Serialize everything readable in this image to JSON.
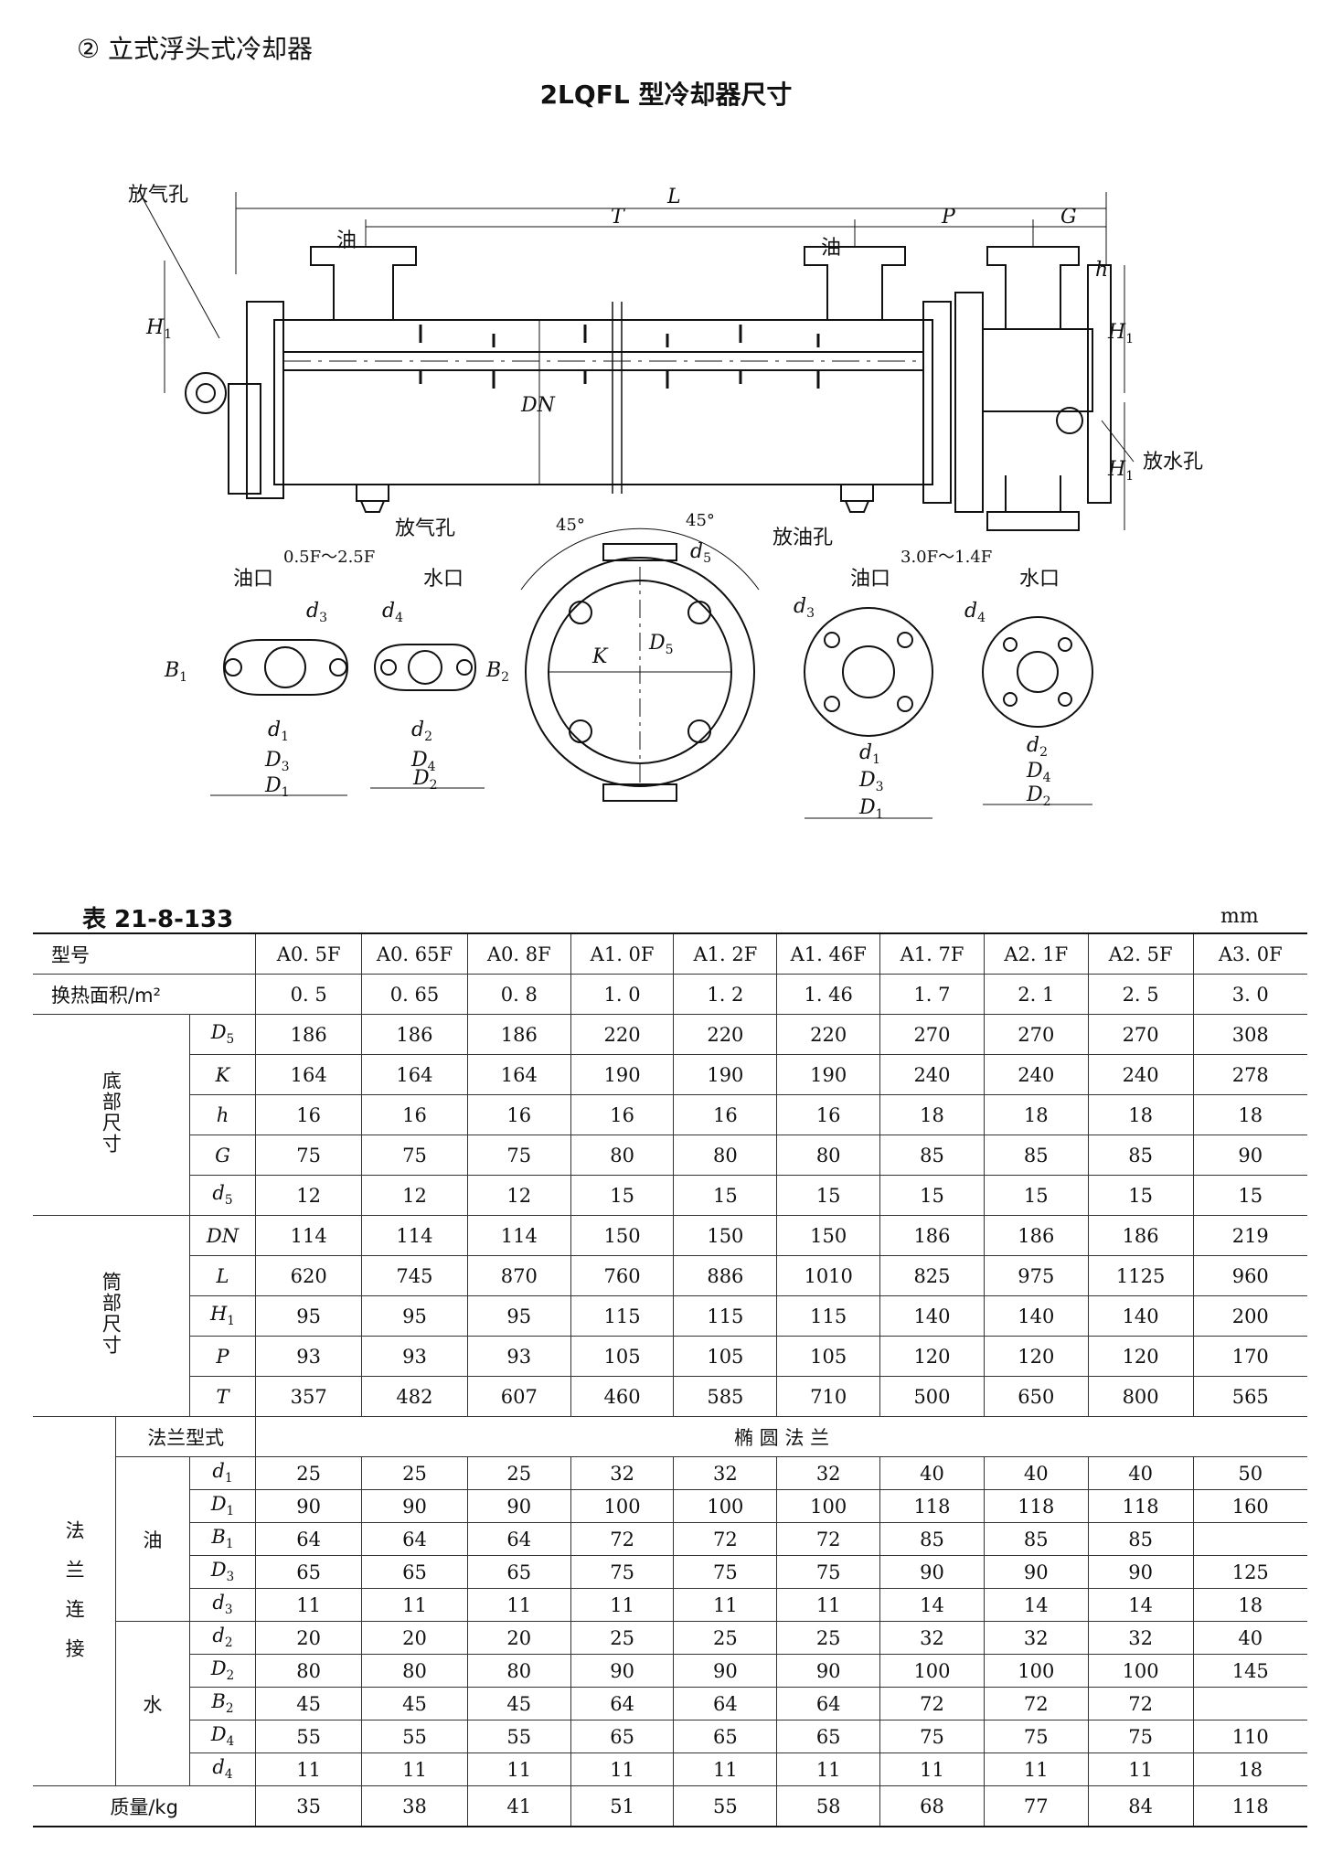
{
  "section_heading": "② 立式浮头式冷却器",
  "drawing_title": "2LQFL 型冷却器尺寸",
  "drawing_labels": {
    "vent_top": "放气孔",
    "vent_bottom": "放气孔",
    "drain_water": "放水孔",
    "drain_oil": "放油孔",
    "oil_left": "油",
    "oil_right": "油",
    "range_left": "0.5F～2.5F",
    "range_right": "3.0F～1.4F",
    "oil_port_left": "油口",
    "water_port_left": "水口",
    "oil_port_right": "油口",
    "water_port_right": "水口",
    "angle_left": "45°",
    "angle_right": "45°",
    "L": "L",
    "T": "T",
    "P": "P",
    "G": "G",
    "h": "h",
    "H1_left": "H1",
    "H1_right": "H1",
    "H1_bottom": "H1",
    "DN": "DN",
    "K": "K",
    "D5": "D5",
    "d5": "d5",
    "d1": "d1",
    "d2": "d2",
    "d3": "d3",
    "d4": "d4",
    "D1": "D1",
    "D2": "D2",
    "D3": "D3",
    "D4": "D4",
    "B1": "B1",
    "B2": "B2"
  },
  "table": {
    "number": "表 21-8-133",
    "unit": "mm",
    "model_label": "型号",
    "models": [
      "A0. 5F",
      "A0. 65F",
      "A0. 8F",
      "A1. 0F",
      "A1. 2F",
      "A1. 46F",
      "A1. 7F",
      "A2. 1F",
      "A2. 5F",
      "A3. 0F"
    ],
    "area_label": "换热面积/m²",
    "areas": [
      "0. 5",
      "0. 65",
      "0. 8",
      "1. 0",
      "1. 2",
      "1. 46",
      "1. 7",
      "2. 1",
      "2. 5",
      "3. 0"
    ],
    "base_group": "底部尺寸",
    "base_rows": [
      {
        "sym": "D5",
        "values": [
          "186",
          "186",
          "186",
          "220",
          "220",
          "220",
          "270",
          "270",
          "270",
          "308"
        ]
      },
      {
        "sym": "K",
        "values": [
          "164",
          "164",
          "164",
          "190",
          "190",
          "190",
          "240",
          "240",
          "240",
          "278"
        ]
      },
      {
        "sym": "h",
        "values": [
          "16",
          "16",
          "16",
          "16",
          "16",
          "16",
          "18",
          "18",
          "18",
          "18"
        ]
      },
      {
        "sym": "G",
        "values": [
          "75",
          "75",
          "75",
          "80",
          "80",
          "80",
          "85",
          "85",
          "85",
          "90"
        ]
      },
      {
        "sym": "d5",
        "values": [
          "12",
          "12",
          "12",
          "15",
          "15",
          "15",
          "15",
          "15",
          "15",
          "15"
        ]
      }
    ],
    "shell_group": "筒部尺寸",
    "shell_rows": [
      {
        "sym": "DN",
        "values": [
          "114",
          "114",
          "114",
          "150",
          "150",
          "150",
          "186",
          "186",
          "186",
          "219"
        ]
      },
      {
        "sym": "L",
        "values": [
          "620",
          "745",
          "870",
          "760",
          "886",
          "1010",
          "825",
          "975",
          "1125",
          "960"
        ]
      },
      {
        "sym": "H1",
        "values": [
          "95",
          "95",
          "95",
          "115",
          "115",
          "115",
          "140",
          "140",
          "140",
          "200"
        ]
      },
      {
        "sym": "P",
        "values": [
          "93",
          "93",
          "93",
          "105",
          "105",
          "105",
          "120",
          "120",
          "120",
          "170"
        ]
      },
      {
        "sym": "T",
        "values": [
          "357",
          "482",
          "607",
          "460",
          "585",
          "710",
          "500",
          "650",
          "800",
          "565"
        ]
      }
    ],
    "flange_group": "法兰连接",
    "flange_type_label": "法兰型式",
    "flange_type_value": "椭 圆 法 兰",
    "oil_label": "油",
    "oil_rows": [
      {
        "sym": "d1",
        "values": [
          "25",
          "25",
          "25",
          "32",
          "32",
          "32",
          "40",
          "40",
          "40",
          "50"
        ]
      },
      {
        "sym": "D1",
        "values": [
          "90",
          "90",
          "90",
          "100",
          "100",
          "100",
          "118",
          "118",
          "118",
          "160"
        ]
      },
      {
        "sym": "B1",
        "values": [
          "64",
          "64",
          "64",
          "72",
          "72",
          "72",
          "85",
          "85",
          "85",
          ""
        ]
      },
      {
        "sym": "D3",
        "values": [
          "65",
          "65",
          "65",
          "75",
          "75",
          "75",
          "90",
          "90",
          "90",
          "125"
        ]
      },
      {
        "sym": "d3",
        "values": [
          "11",
          "11",
          "11",
          "11",
          "11",
          "11",
          "14",
          "14",
          "14",
          "18"
        ]
      }
    ],
    "water_label": "水",
    "water_rows": [
      {
        "sym": "d2",
        "values": [
          "20",
          "20",
          "20",
          "25",
          "25",
          "25",
          "32",
          "32",
          "32",
          "40"
        ]
      },
      {
        "sym": "D2",
        "values": [
          "80",
          "80",
          "80",
          "90",
          "90",
          "90",
          "100",
          "100",
          "100",
          "145"
        ]
      },
      {
        "sym": "B2",
        "values": [
          "45",
          "45",
          "45",
          "64",
          "64",
          "64",
          "72",
          "72",
          "72",
          ""
        ]
      },
      {
        "sym": "D4",
        "values": [
          "55",
          "55",
          "55",
          "65",
          "65",
          "65",
          "75",
          "75",
          "75",
          "110"
        ]
      },
      {
        "sym": "d4",
        "values": [
          "11",
          "11",
          "11",
          "11",
          "11",
          "11",
          "11",
          "11",
          "11",
          "18"
        ]
      }
    ],
    "mass_label": "质量/kg",
    "masses": [
      "35",
      "38",
      "41",
      "51",
      "55",
      "58",
      "68",
      "77",
      "84",
      "118"
    ]
  }
}
